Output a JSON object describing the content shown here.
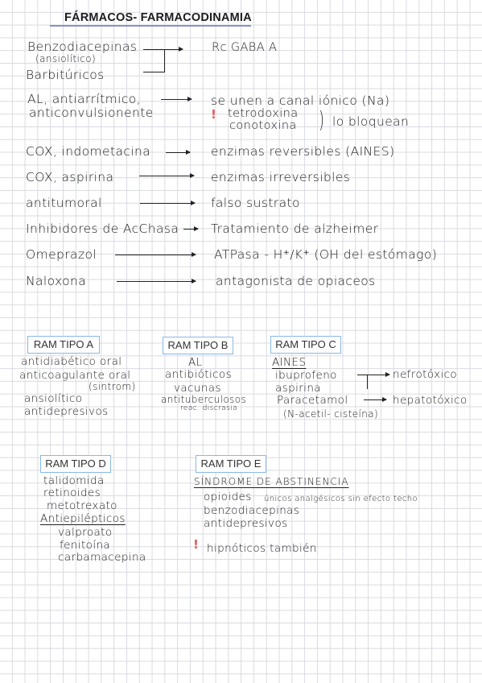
{
  "title": "FÁRMACOS- FARMACODINAMIA",
  "section1": {
    "benzo": "Benzodiacepinas",
    "benzo_note": "(ansiolítico)",
    "barbi": "Barbitúricos",
    "gaba": "Rc GABA A",
    "al": "AL, antiarrítmico,",
    "anticonv": "anticonvulsionente",
    "canal": "se unen a canal iónico (Na)",
    "tetro": "tetrodoxina",
    "cono": "conotoxina",
    "bloquean": "lo bloquean",
    "cox_indo": "COX, indometacina",
    "enz_rev": "enzimas reversibles (AINES)",
    "cox_asp": "COX, aspirina",
    "enz_irrev": "enzimas irreversibles",
    "antitumoral": "antitumoral",
    "falso": "falso sustrato",
    "inhib": "Inhibidores de AcChasa",
    "trat": "Tratamiento de alzheimer",
    "omep": "Omeprazol",
    "atp": "ATPasa - H⁺/K⁺ (OH del estómago)",
    "nalox": "Naloxona",
    "antag": "antagonista de opiaceos"
  },
  "ram": {
    "a_label": "RAM TIPO A",
    "b_label": "RAM TIPO B",
    "c_label": "RAM TIPO C",
    "d_label": "RAM TIPO D",
    "e_label": "RAM TIPO E",
    "a_items": [
      "antidiabético oral",
      "anticoagulante oral",
      "(sintrom)",
      "ansiolítico",
      "antidepresivos"
    ],
    "b_items": [
      "AL",
      "antibióticos",
      "vacunas",
      "antituberculosos",
      "reac. discrasia"
    ],
    "c_head": "AINES",
    "c_ibu": "ibuprofeno",
    "c_asp": "aspirina",
    "c_nefro": "nefrotóxico",
    "c_para": "Paracetamol",
    "c_hepato": "hepatotóxico",
    "c_nacetil": "(N-acetil- cisteína)",
    "d_items": [
      "talidomida",
      "retinoides",
      "metotrexato",
      "Antiepilépticos",
      "valproato",
      "fenitoína",
      "carbamacepina"
    ],
    "e_head": "SÍNDROME DE ABSTINENCIA",
    "e_opioides": "opioides",
    "e_opioides_note": "únicos analgésicos sin efecto techo",
    "e_benzo": "benzodiacepinas",
    "e_antidep": "antidepresivos",
    "e_hipno": "hipnóticos también",
    "warn_mark": "!"
  }
}
